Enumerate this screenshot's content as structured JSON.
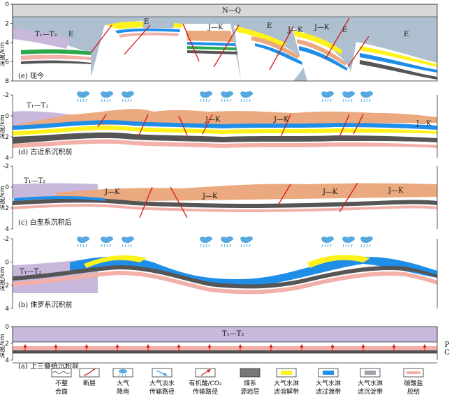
{
  "panels": [
    {
      "id": "e",
      "caption": "(e) 现今",
      "yticks": [
        "0",
        "2",
        "4",
        "6",
        "8"
      ],
      "ylabel": "深度/km",
      "labels": [
        "N—Q",
        "T₁—T₂",
        "E",
        "E",
        "J—K",
        "E",
        "J—K",
        "J—K",
        "E",
        "E"
      ]
    },
    {
      "id": "d",
      "caption": "(d) 古近系沉积前",
      "yticks": [
        "-2",
        "0",
        "2",
        "4"
      ],
      "ylabel": "深度/km",
      "labels": [
        "T₁—T₂",
        "J—K",
        "J—K",
        "J—K"
      ]
    },
    {
      "id": "c",
      "caption": "(c) 白垩系沉积后",
      "yticks": [
        "-2",
        "0",
        "2",
        "4"
      ],
      "ylabel": "深度/km",
      "labels": [
        "T₁—T₂",
        "J—K",
        "J—K",
        "J—K",
        "J—K"
      ]
    },
    {
      "id": "b",
      "caption": "(b) 侏罗系沉积前",
      "yticks": [
        "-2",
        "0",
        "2",
        "4"
      ],
      "ylabel": "深度/km",
      "labels": [
        "T₁—T₂"
      ]
    },
    {
      "id": "a",
      "caption": "(a) 上三叠统沉积前",
      "yticks": [
        "0",
        "2",
        "4"
      ],
      "ylabel": "深度/km",
      "labels": [
        "T₁—T₂",
        "P",
        "C"
      ]
    }
  ],
  "legend": [
    {
      "key": "unconformity",
      "line1": "不整",
      "line2": "合面"
    },
    {
      "key": "fault",
      "line1": "断层",
      "line2": ""
    },
    {
      "key": "rain",
      "line1": "大气",
      "line2": "降雨"
    },
    {
      "key": "freshwater-path",
      "line1": "大气淡水",
      "line2": "传输路径"
    },
    {
      "key": "acid-path",
      "line1": "有机酸/CO₂",
      "line2": "传输路径"
    },
    {
      "key": "coal",
      "line1": "煤系",
      "line2": "源岩层"
    },
    {
      "key": "dissolution",
      "line1": "大气水淋",
      "line2": "滤溶解带"
    },
    {
      "key": "transition",
      "line1": "大气水淋",
      "line2": "滤过渡带"
    },
    {
      "key": "precipitation",
      "line1": "大气水淋",
      "line2": "滤沉淀带"
    },
    {
      "key": "carbonate",
      "line1": "碳酸盐",
      "line2": "胶结"
    }
  ],
  "colors": {
    "water": "#aebfd0",
    "nq": "#d8d8d8",
    "tri": "#c8b8dc",
    "jk": "#eba97f",
    "yellow": "#fff21a",
    "blue": "#1e8ee8",
    "green": "#2aa84a",
    "gray": "#9da3ab",
    "pink": "#f2b0a8",
    "red": "#d01818",
    "rain": "#55a8e0"
  }
}
